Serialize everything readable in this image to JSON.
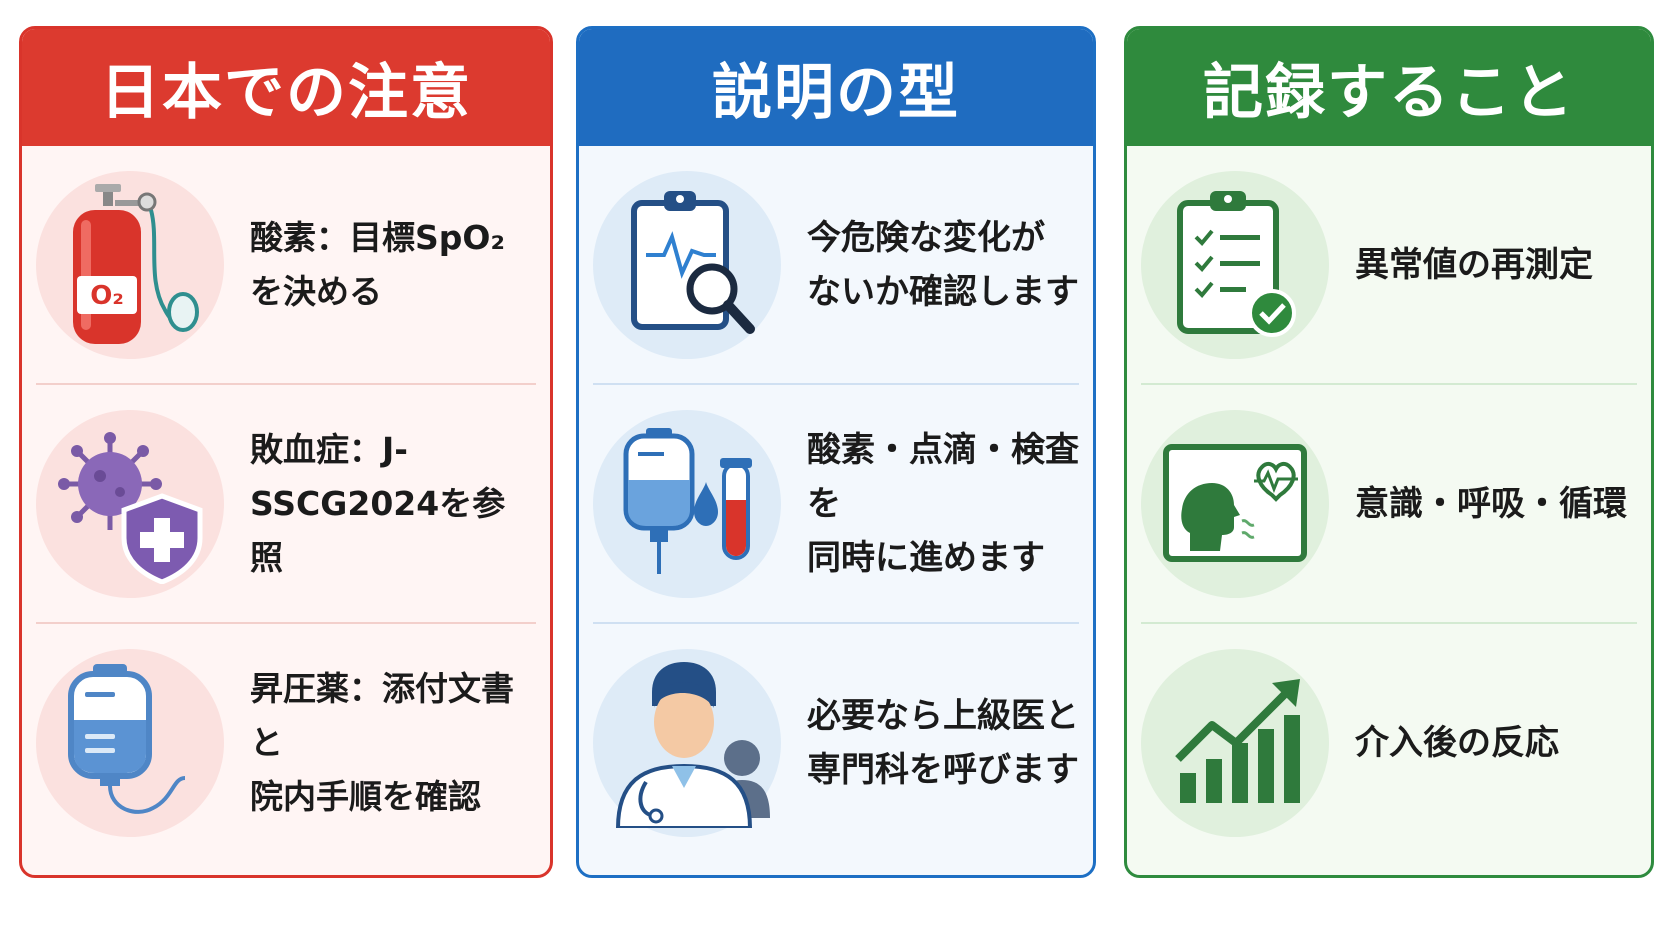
{
  "colors": {
    "red": "#dc3a2f",
    "blue": "#1f6cc0",
    "green": "#2f8a3d"
  },
  "columns": [
    {
      "title": "日本での注意",
      "items": [
        {
          "icon": "oxygen-tank-icon",
          "text": "酸素：目標SpO₂を決める"
        },
        {
          "icon": "virus-shield-icon",
          "text": "敗血症：J-SSCG2024を参照"
        },
        {
          "icon": "iv-bag-icon",
          "text": "昇圧薬：添付文書と\n院内手順を確認"
        }
      ]
    },
    {
      "title": "説明の型",
      "items": [
        {
          "icon": "clipboard-magnifier-icon",
          "text": "今危険な変化が\nないか確認します"
        },
        {
          "icon": "iv-drip-test-tube-icon",
          "text": "酸素・点滴・検査を\n同時に進めます"
        },
        {
          "icon": "doctor-icon",
          "text": "必要なら上級医と\n専門科を呼びます"
        }
      ]
    },
    {
      "title": "記録すること",
      "items": [
        {
          "icon": "checklist-icon",
          "text": "異常値の再測定"
        },
        {
          "icon": "breathing-heart-monitor-icon",
          "text": "意識・呼吸・循環"
        },
        {
          "icon": "trend-chart-icon",
          "text": "介入後の反応"
        }
      ]
    }
  ]
}
